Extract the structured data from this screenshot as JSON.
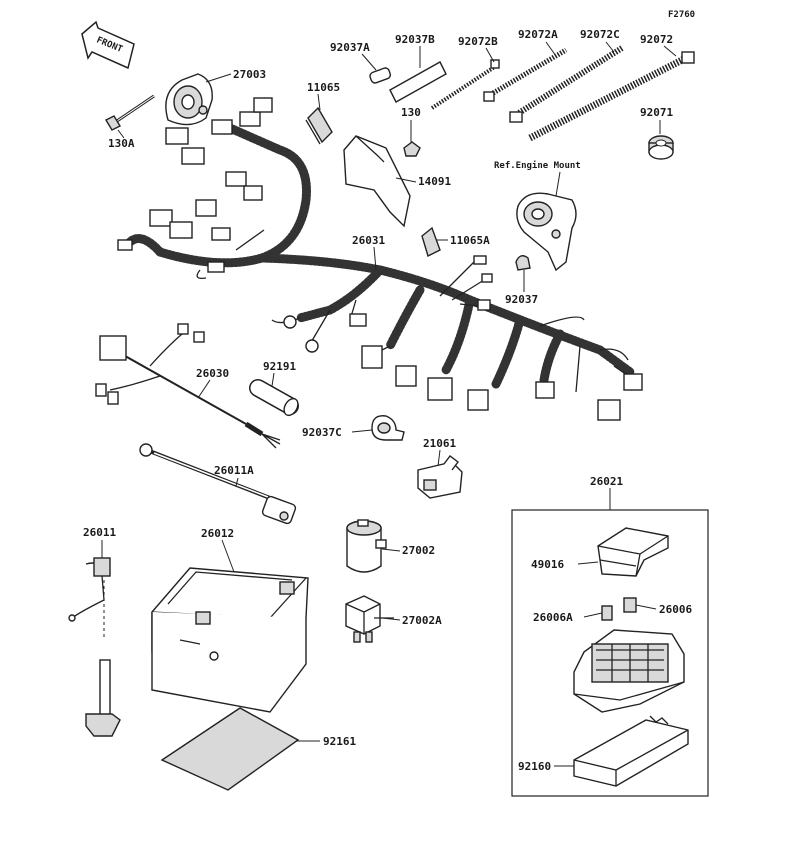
{
  "figure_code": "F2760",
  "front_label": "FRONT",
  "ref_note": "Ref.Engine Mount",
  "callouts": {
    "p27003": "27003",
    "p130a": "130A",
    "p11065": "11065",
    "p92037a": "92037A",
    "p92037b": "92037B",
    "p92072b": "92072B",
    "p92072a": "92072A",
    "p92072c": "92072C",
    "p92072": "92072",
    "p130": "130",
    "p14091": "14091",
    "p92071": "92071",
    "p11065a": "11065A",
    "p26031": "26031",
    "p92037": "92037",
    "p26030": "26030",
    "p92191": "92191",
    "p92037c": "92037C",
    "p21061": "21061",
    "p26011a": "26011A",
    "p26021": "26021",
    "p26011": "26011",
    "p26012": "26012",
    "p27002": "27002",
    "p49016": "49016",
    "p26006a": "26006A",
    "p26006": "26006",
    "p27002a": "27002A",
    "p92161": "92161",
    "p92160": "92160"
  }
}
